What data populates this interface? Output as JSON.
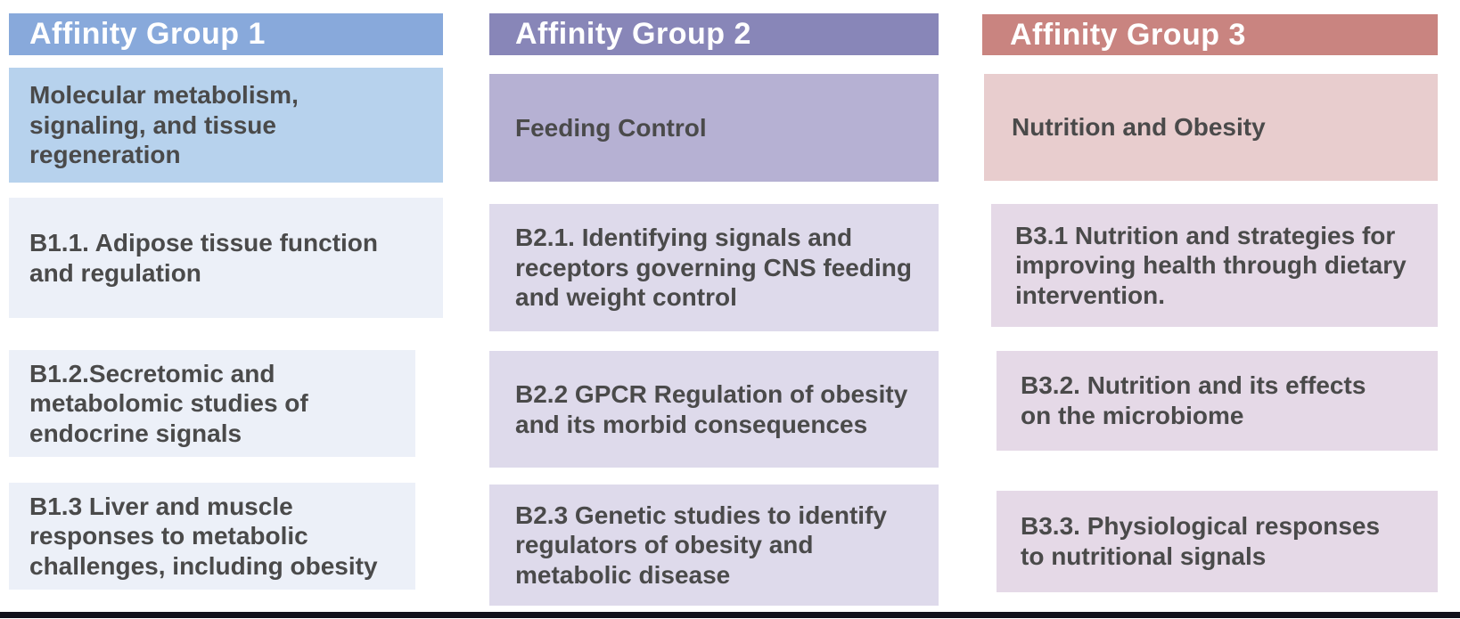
{
  "diagram": {
    "columns": [
      {
        "header": "Affinity Group 1",
        "topic": "Molecular metabolism,\nsignaling, and tissue\nregeneration",
        "items": [
          "B1.1. Adipose tissue function\nand regulation",
          "B1.2.Secretomic and\nmetabolomic studies of\nendocrine signals",
          "B1.3 Liver and muscle\nresponses to metabolic\nchallenges, including obesity"
        ],
        "colors": {
          "header_bg": "#88A9DB",
          "topic_bg": "#B7D2ED",
          "item_bg": "#ECF0F8"
        }
      },
      {
        "header": "Affinity Group 2",
        "topic": "Feeding Control",
        "items": [
          "B2.1. Identifying signals and\nreceptors governing CNS feeding\nand weight control",
          "B2.2 GPCR Regulation of obesity\nand its morbid consequences",
          "B2.3 Genetic studies to identify\nregulators of obesity and\nmetabolic disease"
        ],
        "colors": {
          "header_bg": "#8886B8",
          "topic_bg": "#B6B1D3",
          "item_bg": "#DEDAEB"
        }
      },
      {
        "header": "Affinity Group 3",
        "topic": "Nutrition and Obesity",
        "items": [
          "B3.1 Nutrition and strategies for\nimproving health through dietary\nintervention.",
          "B3.2. Nutrition and its effects\non the microbiome",
          "B3.3. Physiological responses\nto nutritional signals"
        ],
        "colors": {
          "header_bg": "#C98480",
          "topic_bg": "#E8CDCE",
          "item_bg": "#E5D9E7"
        }
      }
    ],
    "text_color": "#4A4A4A",
    "header_text_color": "#FFFFFF",
    "bottom_border_color": "#10101A"
  }
}
